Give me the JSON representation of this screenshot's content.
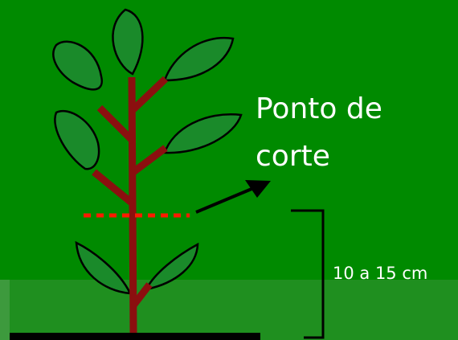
{
  "diagram": {
    "cut_point_label_line1": "Ponto de",
    "cut_point_label_line2": "corte",
    "height_label": "10 a 15 cm"
  },
  "colors": {
    "background": "#008a00",
    "ground_band": "#1f8f1f",
    "leaf_fill": "#1a8a2a",
    "stem": "#8b0f0f",
    "cut_line": "#ff1a00",
    "outline": "#000000",
    "text": "#ffffff"
  }
}
